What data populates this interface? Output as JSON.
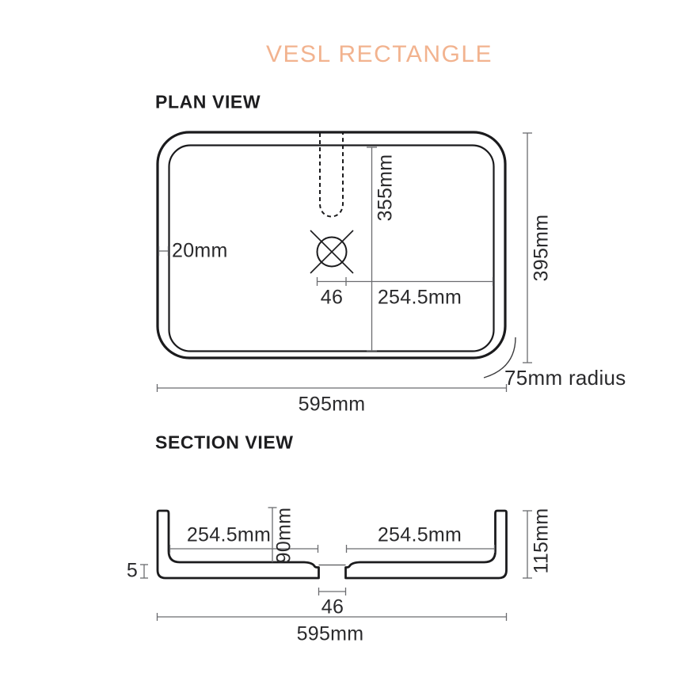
{
  "title": "VESL RECTANGLE",
  "colors": {
    "accent": "#f2b38f",
    "outline": "#1b1b1d",
    "dimension_line": "#6b6c6f",
    "label_text": "#2a2a2c"
  },
  "plan": {
    "heading": "PLAN VIEW",
    "dims": {
      "wall_thickness": "20mm",
      "inner_length": "355mm",
      "drain_width": "46",
      "drain_to_wall": "254.5mm",
      "overall_depth": "395mm",
      "corner_radius": "75mm radius",
      "overall_width": "595mm"
    }
  },
  "section": {
    "heading": "SECTION VIEW",
    "dims": {
      "left_half": "254.5mm",
      "bowl_depth": "90mm",
      "right_half": "254.5mm",
      "base_thickness": "5",
      "overall_height": "115mm",
      "drain_width": "46",
      "overall_width": "595mm"
    }
  }
}
